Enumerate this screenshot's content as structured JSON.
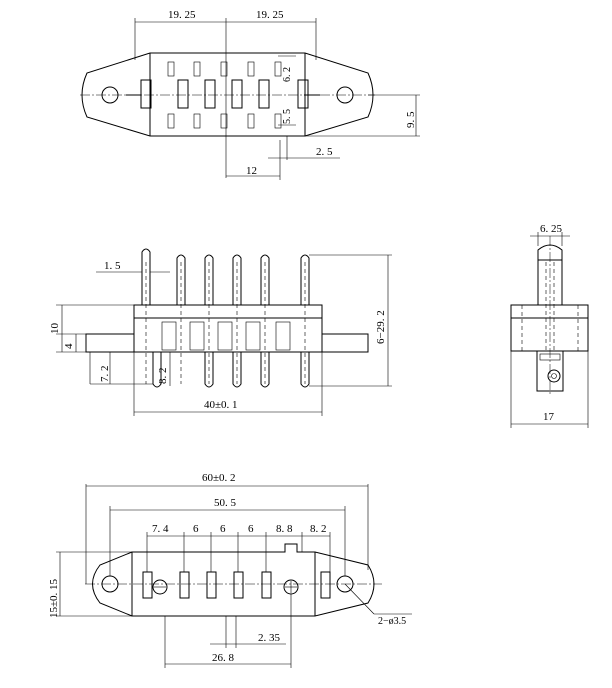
{
  "top_view": {
    "dim_left_pitch": "19. 25",
    "dim_right_pitch": "19. 25",
    "dim_terminal_width": "6. 2",
    "dim_terminal_gap": "5. 5",
    "dim_height": "9. 5",
    "dim_offset": "2. 5",
    "dim_span": "12"
  },
  "front_view": {
    "dim_pin_width": "1. 5",
    "dim_body_height": "10",
    "dim_flange": "4",
    "dim_lower": "7. 2",
    "dim_slot": "8. 2",
    "dim_body_width": "40±0. 1",
    "dim_pin_length": "6−29. 2"
  },
  "side_view": {
    "dim_top_width": "6. 25",
    "dim_total_width": "17"
  },
  "bottom_view": {
    "dim_total_length": "60±0. 2",
    "dim_hole_pitch": "50. 5",
    "dim_seg1": "7. 4",
    "dim_seg2": "6",
    "dim_seg3": "6",
    "dim_seg4": "6",
    "dim_seg5": "8. 8",
    "dim_seg6": "8. 2",
    "dim_height": "15±0. 15",
    "dim_holes": "2−ø3.5",
    "dim_small": "2. 35",
    "dim_base": "26. 8"
  }
}
